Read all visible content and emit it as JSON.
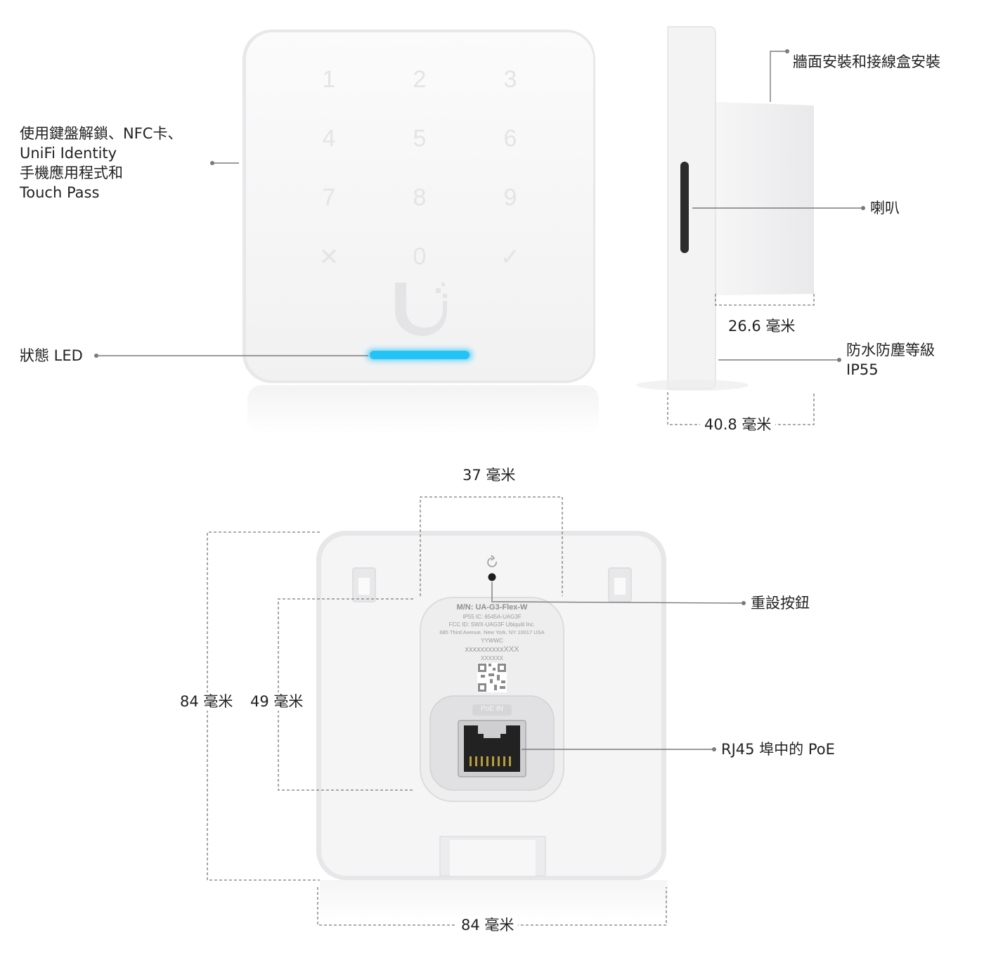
{
  "callouts": {
    "unlock_line1": "使用鍵盤解鎖、NFC卡、",
    "unlock_line2": "UniFi Identity",
    "unlock_line3": "手機應用程式和",
    "unlock_line4": "Touch Pass",
    "status_led": "狀態 LED",
    "wall_mount": "牆面安裝和接線盒安裝",
    "speaker": "喇叭",
    "ip_line1": "防水防塵等級",
    "ip_line2": "IP55",
    "reset_button": "重設按鈕",
    "rj45_poe": "RJ45 埠中的 PoE"
  },
  "dimensions": {
    "depth_body": "26.6 毫米",
    "depth_total": "40.8 毫米",
    "back_width": "37 毫米",
    "height_total": "84 毫米",
    "height_back": "49 毫米",
    "width_total": "84 毫米"
  },
  "keypad": {
    "keys": [
      "1",
      "2",
      "3",
      "4",
      "5",
      "6",
      "7",
      "8",
      "9",
      "✕",
      "0",
      "✓"
    ]
  },
  "rear_label": {
    "model": "M/N: UA-G3-Flex-W",
    "line2": "IP55    IC: 6545A-UAG3F",
    "line3": "FCC ID: SWX-UAG3F    Ubiquiti Inc.",
    "line4": "685 Third Avenue, New York, NY 10017 USA",
    "line5": "YYWWC",
    "line6": "xxxxxxxxxxXXX",
    "line7": "XXXXXX",
    "poe_badge": "PoE IN"
  },
  "colors": {
    "led": "#23c3f5",
    "device": "#f4f4f5",
    "leader": "#7a7a7a"
  },
  "icons": {
    "reset": "refresh-icon",
    "logo": "unifi-u-logo",
    "qr": "qr-code"
  }
}
